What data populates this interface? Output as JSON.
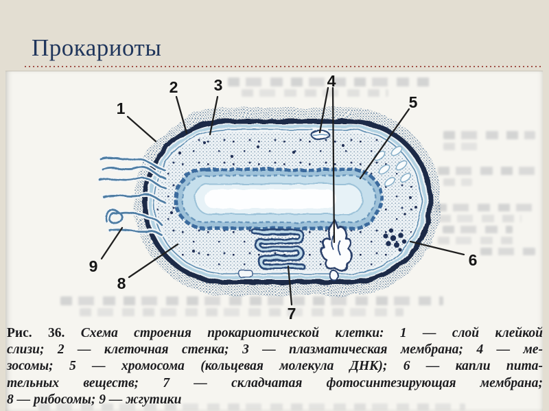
{
  "slide": {
    "title": "Прокариоты"
  },
  "diagram": {
    "numbers": [
      "1",
      "2",
      "3",
      "4",
      "5",
      "6",
      "7",
      "8",
      "9"
    ]
  },
  "caption": {
    "figure_label": "Рис. 36.",
    "lines": [
      "Схема строения прокариотической клетки: 1 — слой клейкой",
      "слизи; 2 — клеточная стенка; 3 — плазматическая мембрана; 4 — ме-",
      "зосомы; 5 — хромосома (кольцевая молекула ДНК); 6 — капли пита-",
      "тельных веществ; 7 — складчатая фотосинтезирующая мембрана;",
      "8 — рибосомы; 9 — жгутики"
    ]
  },
  "colors": {
    "slide_background": "#e3ded2",
    "title_text": "#20365c",
    "divider_dots": "#a04f46",
    "diagram_ink": "#1a2946",
    "label_ink": "#161616",
    "paper": "#f6f5f0"
  }
}
